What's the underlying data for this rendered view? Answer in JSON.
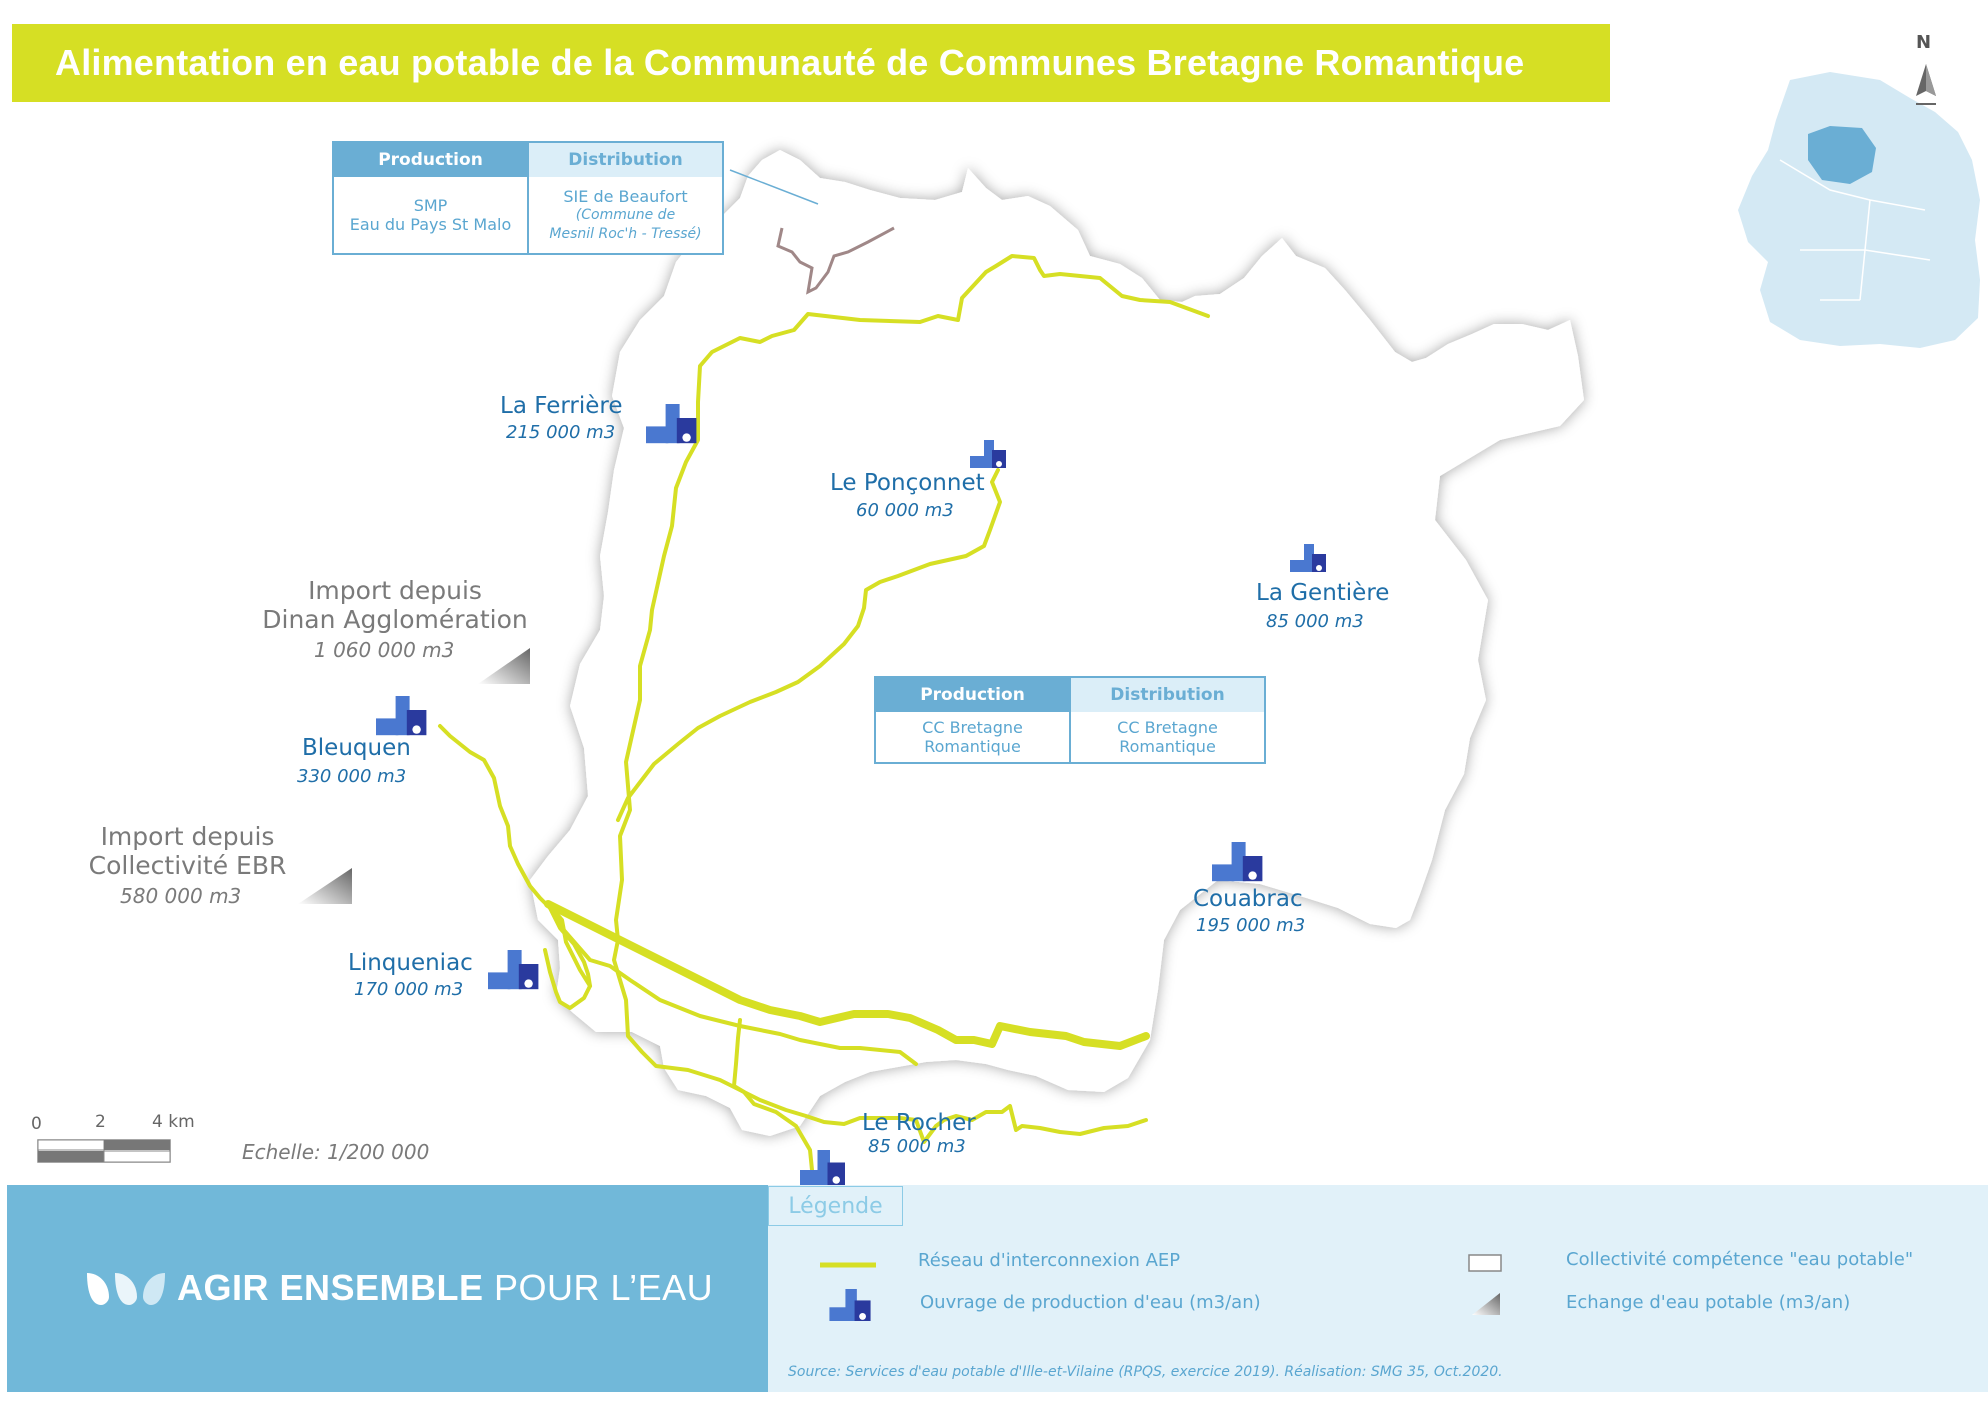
{
  "title": "Alimentation en eau potable de la Communauté de Communes Bretagne Romantique",
  "north_label": "N",
  "colors": {
    "title_banner": "#d6df24",
    "network_line": "#d6df24",
    "territory_fill": "#ffffff",
    "footer_blue": "#71b8d9",
    "legend_bg": "#e1f1f9",
    "plant_dark": "#2a3a9e",
    "plant_light": "#4a78d0",
    "label_blue": "#1f6ea8",
    "brown_line": "#a08888"
  },
  "production_sites": [
    {
      "name": "La Ferrière",
      "volume": "215 000 m3",
      "icon": "water-plant-icon"
    },
    {
      "name": "Le Ponçonnet",
      "volume": "60 000 m3",
      "icon": "water-plant-icon"
    },
    {
      "name": "La Gentière",
      "volume": "85 000 m3",
      "icon": "water-plant-icon"
    },
    {
      "name": "Bleuquen",
      "volume": "330 000 m3",
      "icon": "water-plant-icon"
    },
    {
      "name": "Couabrac",
      "volume": "195 000 m3",
      "icon": "water-plant-icon"
    },
    {
      "name": "Linqueniac",
      "volume": "170 000 m3",
      "icon": "water-plant-icon"
    },
    {
      "name": "Le Rocher",
      "volume": "85 000 m3",
      "icon": "water-plant-icon"
    }
  ],
  "imports": [
    {
      "line1": "Import depuis",
      "line2": "Dinan Agglomération",
      "volume": "1 060 000 m3"
    },
    {
      "line1": "Import depuis",
      "line2": "Collectivité EBR",
      "volume": "580 000 m3"
    }
  ],
  "info_tables": {
    "north": {
      "production_header": "Production",
      "distribution_header": "Distribution",
      "production_line1": "SMP",
      "production_line2": "Eau du Pays St Malo",
      "distribution_line1": "SIE de Beaufort",
      "distribution_note1": "(Commune de",
      "distribution_note2": "Mesnil Roc'h - Tressé)"
    },
    "center": {
      "production_header": "Production",
      "distribution_header": "Distribution",
      "production_line1": "CC Bretagne",
      "production_line2": "Romantique",
      "distribution_line1": "CC Bretagne",
      "distribution_line2": "Romantique"
    }
  },
  "scale": {
    "tick_0": "0",
    "tick_2": "2",
    "tick_4": "4 km",
    "label": "Echelle: 1/200 000"
  },
  "brand": {
    "bold": "AGIR ENSEMBLE",
    "regular": " POUR L’EAU"
  },
  "legend": {
    "title": "Légende",
    "items": [
      {
        "label": "Réseau d'interconnexion AEP",
        "icon": "network-line-icon"
      },
      {
        "label": "Ouvrage de production d'eau (m3/an)",
        "icon": "water-plant-icon"
      },
      {
        "label": "Collectivité compétence \"eau potable\"",
        "icon": "territory-box-icon"
      },
      {
        "label": "Echange d'eau potable (m3/an)",
        "icon": "exchange-triangle-icon"
      }
    ],
    "source": "Source: Services d'eau potable d'Ille-et-Vilaine (RPQS, exercice 2019). Réalisation: SMG 35, Oct.2020."
  }
}
